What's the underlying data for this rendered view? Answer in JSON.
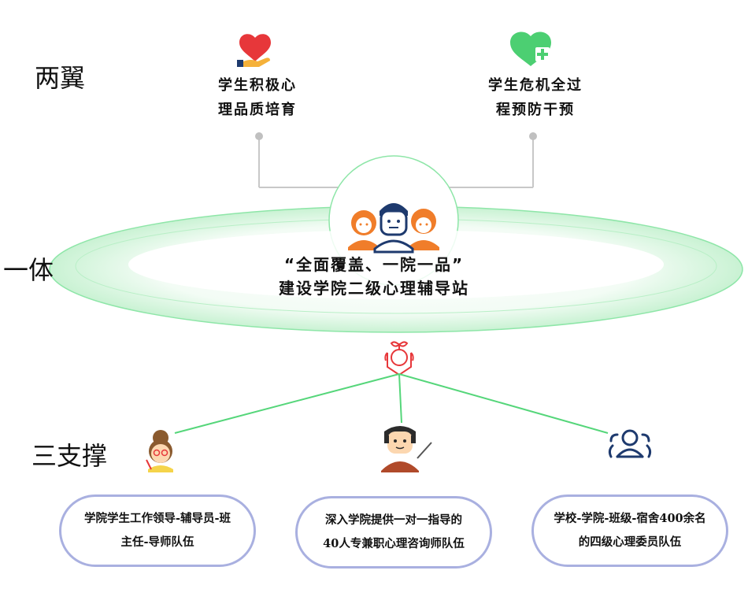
{
  "labels": {
    "wings": "两翼",
    "body": "一体",
    "supports": "三支撑"
  },
  "wings": [
    {
      "lines": [
        "学生积极心",
        "理品质培育"
      ],
      "icon": "heart-hand-icon"
    },
    {
      "lines": [
        "学生危机全过",
        "程预防干预"
      ],
      "icon": "heart-plus-icon"
    }
  ],
  "hub": {
    "line1": "“全面覆盖、一院一品”",
    "line2": "建设学院二级心理辅导站",
    "icon": "people-group-icon"
  },
  "center_icon": "hands-sprout-icon",
  "supports": [
    {
      "lines": [
        "学院学生工作领导-辅导员-班",
        "主任-导师队伍"
      ],
      "icon": "teacher-woman-icon"
    },
    {
      "lines": [
        "深入学院提供一对一指导的",
        "40人专兼职心理咨询师队伍"
      ],
      "icon": "teacher-man-icon"
    },
    {
      "lines": [
        "学校-学院-班级-宿舍400余名",
        "的四级心理委员队伍"
      ],
      "icon": "user-group-icon"
    }
  ],
  "colors": {
    "green": "#8ee6a8",
    "line_green": "#55d67a",
    "connector": "#c8c8c8",
    "pill_border": "#a9b0e0",
    "orange": "#f07d2a",
    "red": "#e7373a",
    "icon_green": "#4ccf72",
    "navy": "#1e3a6e"
  }
}
